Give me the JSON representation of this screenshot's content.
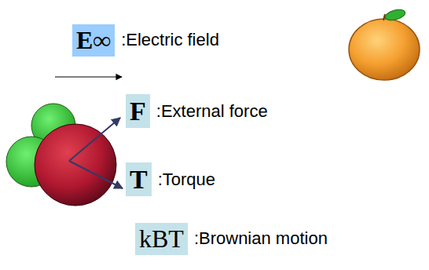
{
  "diagram": {
    "nodes": [
      {
        "text": [
          "E∞",
          ":Electric field"
        ]
      },
      {
        "text": [
          "F",
          ":External force"
        ]
      },
      {
        "text": [
          "T",
          ":Torque"
        ]
      },
      {
        "text": [
          "kBT",
          ":Brownian motion"
        ]
      }
    ]
  }
}
